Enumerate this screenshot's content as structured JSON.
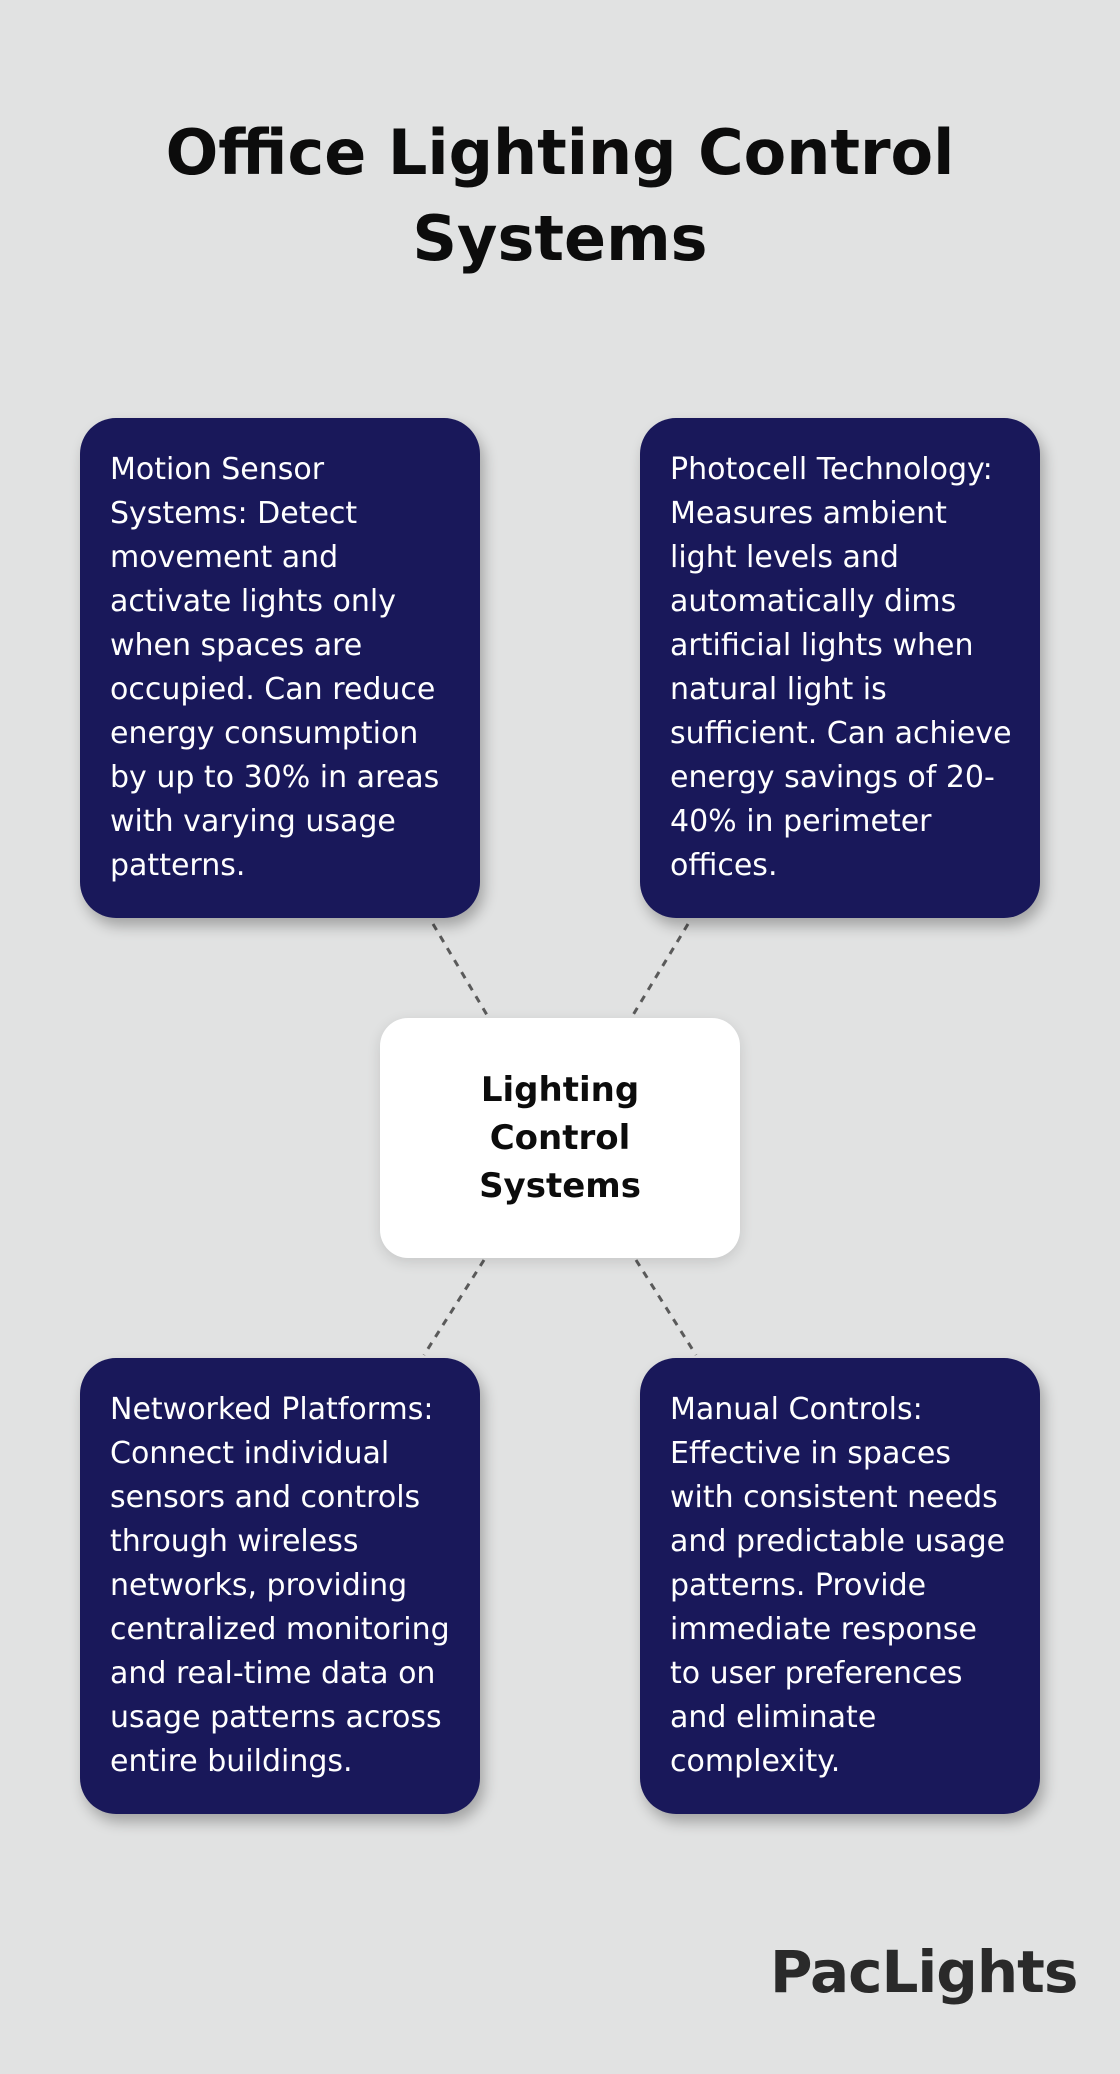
{
  "title": "Office Lighting Control Systems",
  "center": {
    "label": "Lighting Control Systems"
  },
  "cards": [
    {
      "text": "Motion Sensor Systems: Detect movement and activate lights only when spaces are occupied. Can reduce energy consumption by up to 30% in areas with varying usage patterns."
    },
    {
      "text": "Photocell Technology: Measures ambient light levels and automatically dims artificial lights when natural light is sufficient. Can achieve energy savings of 20-40% in perimeter offices."
    },
    {
      "text": "Networked Platforms: Connect individual sensors and controls through wireless networks, providing centralized monitoring and real-time data on usage patterns across entire buildings."
    },
    {
      "text": "Manual Controls: Effective in spaces with consistent needs and predictable usage patterns. Provide immediate response to user preferences and eliminate complexity."
    }
  ],
  "logo": "PacLights",
  "colors": {
    "card": "#19185a",
    "background": "#e1e2e2",
    "center": "#ffffff"
  }
}
